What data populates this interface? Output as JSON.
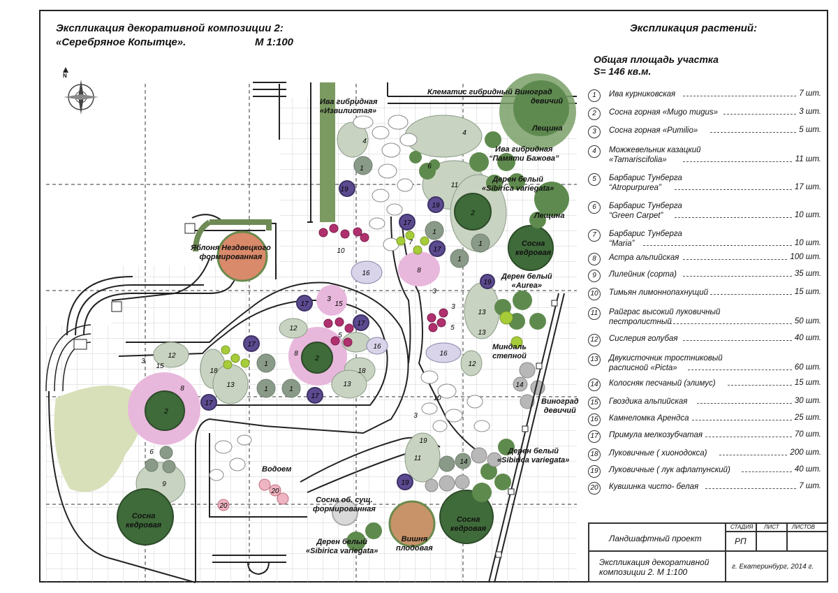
{
  "header": {
    "title_line1": "Экспликация декоративной композиции 2:",
    "title_line2": "«Серебряное Копытце».",
    "scale": "М 1:100",
    "plants_title": "Экспликация растений:",
    "area_line1": "Общая площадь участка",
    "area_line2": "S= 146 кв.м."
  },
  "legend": [
    {
      "num": "1",
      "name": "Ива курниковская",
      "count": "7 шт."
    },
    {
      "num": "2",
      "name": "Сосна горная «Mugo mugus»",
      "count": "3 шт."
    },
    {
      "num": "3",
      "name": "Сосна горная «Pumilio»",
      "count": "5 шт."
    },
    {
      "num": "4",
      "name": "Можжевельник казацкий\n«Tamariscifolia»",
      "count": "11 шт."
    },
    {
      "num": "5",
      "name": "Барбарис Тунберга\n“Atropurpurea”",
      "count": "17 шт."
    },
    {
      "num": "6",
      "name": "Барбарис Тунберга\n“Green Carpet”",
      "count": "10 шт."
    },
    {
      "num": "7",
      "name": "Барбарис Тунберга\n“Maria”",
      "count": "10 шт."
    },
    {
      "num": "8",
      "name": "Астра альпийская",
      "count": "100 шт."
    },
    {
      "num": "9",
      "name": "Лилейник (сорта)",
      "count": "35 шт."
    },
    {
      "num": "10",
      "name": "Тимьян лимоннопахнущий",
      "count": "15 шт."
    },
    {
      "num": "11",
      "name": "Райграс высокий луковичный\nпестролистный",
      "count": "50 шт."
    },
    {
      "num": "12",
      "name": "Сислерия голубая",
      "count": "40 шт."
    },
    {
      "num": "13",
      "name": "Двукисточник тростниковый\nрасписной «Picta»",
      "count": "60 шт."
    },
    {
      "num": "14",
      "name": "Колосняк песчаный (элимус)",
      "count": "15 шт."
    },
    {
      "num": "15",
      "name": "Гвоздика альпийская",
      "count": "30 шт."
    },
    {
      "num": "16",
      "name": "Камнеломка Арендса",
      "count": "25 шт."
    },
    {
      "num": "17",
      "name": "Примула мелкозубчатая",
      "count": "70 шт."
    },
    {
      "num": "18",
      "name": "Луковичные ( хионодокса)",
      "count": "200 шт."
    },
    {
      "num": "19",
      "name": "Луковичные ( лук афлатунский)",
      "count": "40 шт."
    },
    {
      "num": "20",
      "name": "Кувшинка чисто- белая",
      "count": "7 шт."
    }
  ],
  "plan_labels": {
    "apple": "Яблоня Нездвецкого\nформированная",
    "willow_hybrid": "Ива гибридная\n«Извилистая»",
    "clematis": "Клематис гибридный Виноград",
    "vine_top": "девичий",
    "hazel_top": "Лещина",
    "willow_bazhov": "Ива гибридная\n“Памяти Бажова”",
    "dogwood_top": "Дерен белый\n«Sibirica variegata»",
    "hazel_mid": "Лещина",
    "pine_cedar_right": "Сосна\nкедровая",
    "dogwood_aurea": "Дерен белый\n«Aurea»",
    "almond": "Миндаль\nстепной",
    "vine_mid": "Виноград\nдевичий",
    "dogwood_bottom_right": "Дерен белый\n«Sibirica variegata»",
    "pond": "Водоем",
    "pine_formed": "Сосна об. сущ.\nформированная",
    "pine_cedar_left": "Сосна\nкедровая",
    "pine_cedar_bottom": "Сосна\nкедровая",
    "dogwood_bottom": "Дерен белый\n«Sibirica variegata»",
    "cherry": "Вишня\nплодовая"
  },
  "stamp": {
    "stage_h": "СТАДИЯ",
    "sheet_h": "ЛИСТ",
    "sheets_h": "ЛИСТОВ",
    "project": "Ландшафтный проект",
    "stage": "РП",
    "desc": "Экспликация декоративной\nкомпозиции 2. М 1:100",
    "city": "г. Екатеринбург, 2014 г."
  },
  "compass": {
    "letter": "N"
  },
  "colors": {
    "pink": "#e8b7dc",
    "grey_green": "#8a9a88",
    "dark_green": "#3f6b3a",
    "purple": "#5b4a8f",
    "lime": "#a6cc3a",
    "magenta": "#b0306e",
    "pale_green": "#cfdcc6"
  }
}
